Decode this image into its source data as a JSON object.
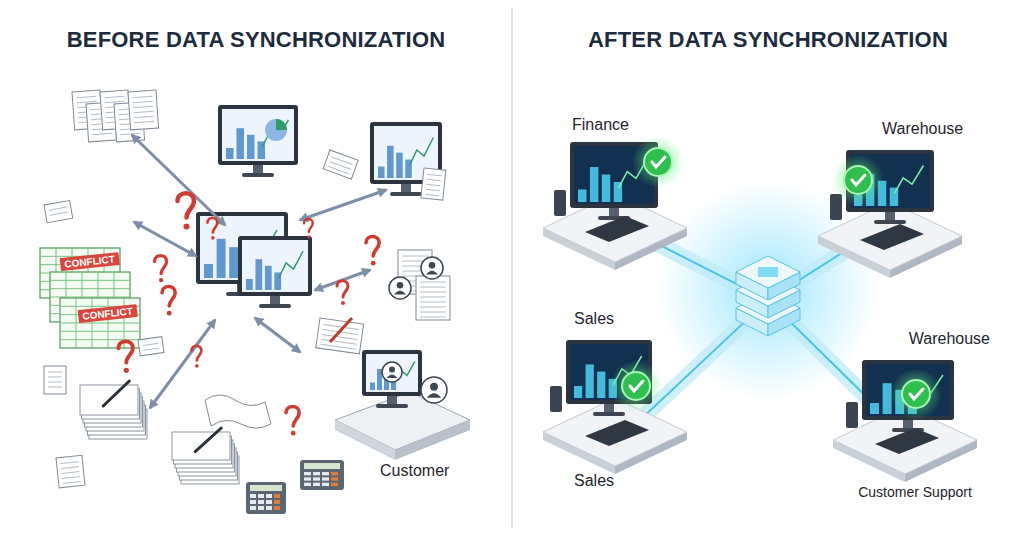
{
  "diagram": {
    "nodes": [
      {
        "text": [
          "Customer"
        ]
      },
      {
        "text": [
          "Finance"
        ]
      },
      {
        "text": [
          "Warehouse"
        ]
      },
      {
        "text": [
          "Sales",
          "Sales"
        ]
      },
      {
        "text": [
          "Warehouse",
          "Customer Support"
        ]
      }
    ],
    "labels": [
      "BEFORE DATA SYNCHRONIZATION",
      "AFTER DATA SYNCHRONIZATION",
      "CONFLICT",
      "CONFLICT"
    ]
  }
}
